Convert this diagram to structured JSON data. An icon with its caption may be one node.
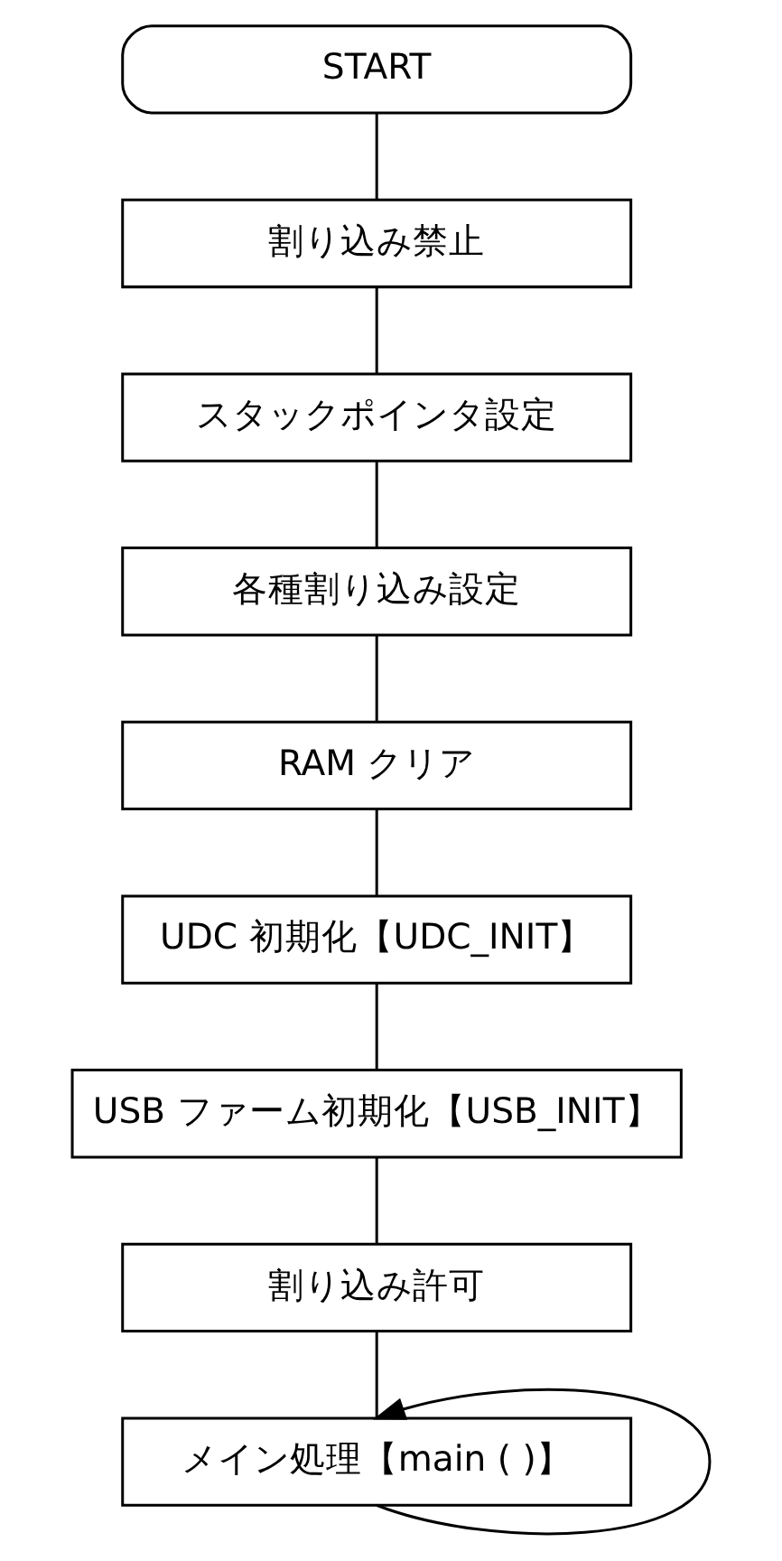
{
  "diagram": {
    "nodes": [
      {
        "text": [
          "START"
        ]
      },
      {
        "text": [
          "割り込み禁止"
        ]
      },
      {
        "text": [
          "スタックポインタ設定"
        ]
      },
      {
        "text": [
          "各種割り込み設定"
        ]
      },
      {
        "text": [
          "RAM クリア"
        ]
      },
      {
        "text": [
          "UDC 初期化【UDC_INIT】"
        ]
      },
      {
        "text": [
          "USB ファーム初期化【USB_INIT】"
        ]
      },
      {
        "text": [
          "割り込み許可"
        ]
      },
      {
        "text": [
          "メイン処理【main ( )】"
        ]
      }
    ],
    "edges": [
      {
        "from": 0,
        "to": 1,
        "arrow": "none"
      },
      {
        "from": 1,
        "to": 2,
        "arrow": "none"
      },
      {
        "from": 2,
        "to": 3,
        "arrow": "none"
      },
      {
        "from": 3,
        "to": 4,
        "arrow": "none"
      },
      {
        "from": 4,
        "to": 5,
        "arrow": "none"
      },
      {
        "from": 5,
        "to": 6,
        "arrow": "none"
      },
      {
        "from": 6,
        "to": 7,
        "arrow": "none"
      },
      {
        "from": 7,
        "to": 8,
        "arrow": "none"
      },
      {
        "from": 8,
        "to": 8,
        "arrow": "to"
      }
    ]
  }
}
